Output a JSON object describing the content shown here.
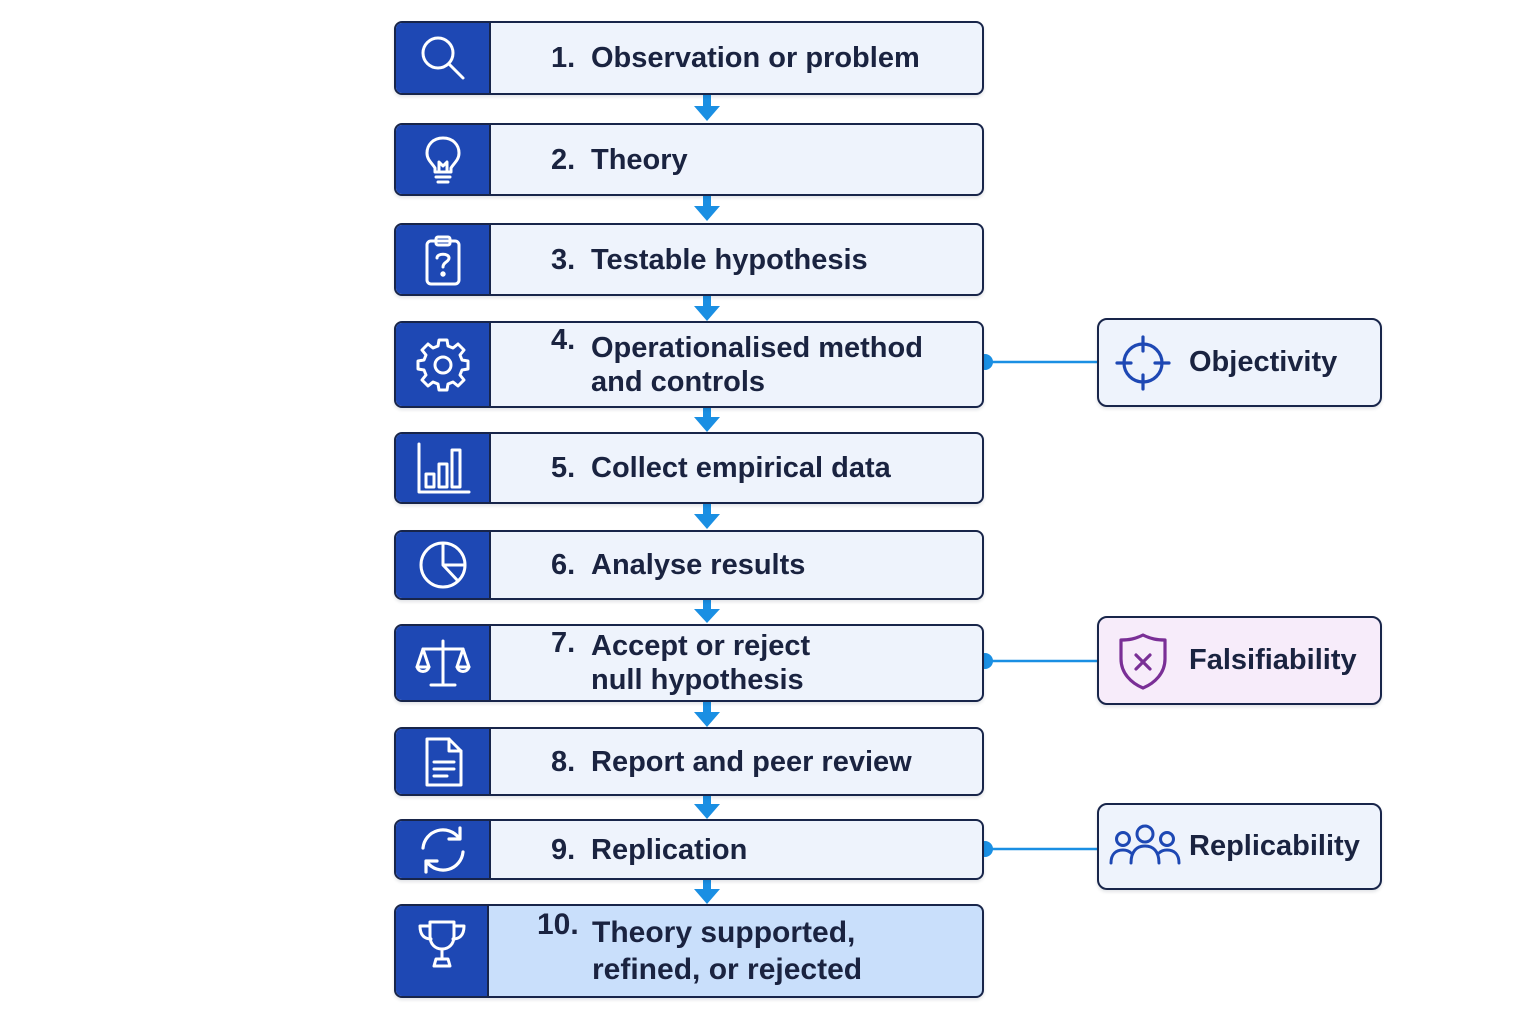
{
  "steps": [
    {
      "number": "1.",
      "line1": "Observation or problem",
      "line2": "",
      "icon": "search-icon"
    },
    {
      "number": "2.",
      "line1": "Theory",
      "line2": "",
      "icon": "lightbulb-icon"
    },
    {
      "number": "3.",
      "line1": "Testable hypothesis",
      "line2": "",
      "icon": "clipboard-question-icon"
    },
    {
      "number": "4.",
      "line1": "Operationalised method",
      "line2": "and controls",
      "icon": "gear-icon"
    },
    {
      "number": "5.",
      "line1": "Collect empirical data",
      "line2": "",
      "icon": "bar-chart-icon"
    },
    {
      "number": "6.",
      "line1": "Analyse results",
      "line2": "",
      "icon": "pie-chart-icon"
    },
    {
      "number": "7.",
      "line1": "Accept or reject",
      "line2": "null hypothesis",
      "icon": "balance-scale-icon"
    },
    {
      "number": "8.",
      "line1": "Report and peer review",
      "line2": "",
      "icon": "document-icon"
    },
    {
      "number": "9.",
      "line1": "Replication",
      "line2": "",
      "icon": "refresh-icon"
    },
    {
      "number": "10.",
      "line1": "Theory supported,",
      "line2": "refined, or rejected",
      "icon": "trophy-icon"
    }
  ],
  "principles": [
    {
      "label": "Objectivity",
      "icon": "crosshair-icon",
      "linked_step": "4."
    },
    {
      "label": "Falsifiability",
      "icon": "shield-x-icon",
      "linked_step": "7."
    },
    {
      "label": "Replicability",
      "icon": "people-icon",
      "linked_step": "9."
    }
  ],
  "colors": {
    "icon_panel": "#1e48b4",
    "step_fill": "#eef3fc",
    "final_step_fill": "#c9dffb",
    "connector": "#1a8fe3",
    "border": "#18254a",
    "falsifiability_fill": "#f7ecfa",
    "falsifiability_icon": "#7a2f96"
  }
}
